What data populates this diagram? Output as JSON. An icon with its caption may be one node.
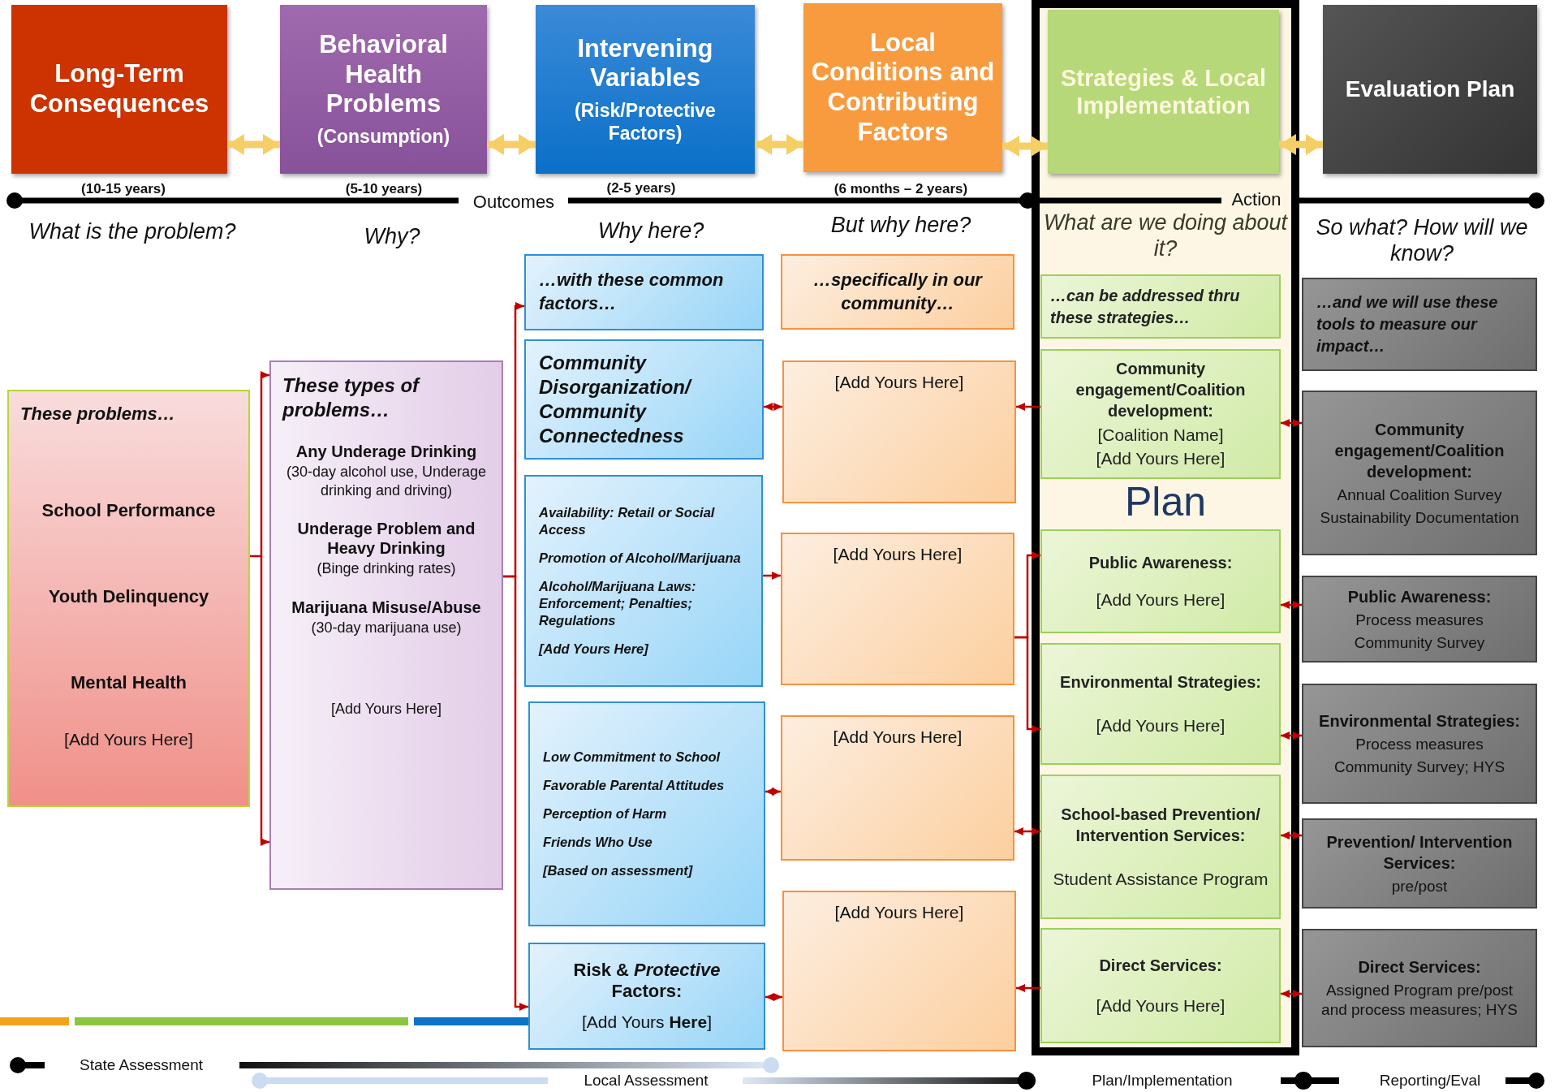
{
  "diagram": {
    "nodes": [
      {
        "text": [
          "Long-Term Consequences"
        ],
        "beside": [
          "(10-15 years)"
        ]
      },
      {
        "text": [
          "Behavioral Health Problems",
          "(Consumption)"
        ],
        "beside": [
          "(5-10 years)"
        ]
      },
      {
        "text": [
          "Intervening Variables",
          "(Risk/Protective Factors)"
        ],
        "beside": [
          "(2-5 years)"
        ]
      },
      {
        "text": [
          "Local Conditions and Contributing Factors"
        ],
        "beside": [
          "(6 months – 2 years)"
        ]
      },
      {
        "text": [
          "What are we doing about it?",
          "Plan"
        ]
      },
      {
        "text": [
          "Strategies & Local Implementation"
        ],
        "in": 4
      },
      {
        "text": [
          "Evaluation Plan"
        ]
      },
      {
        "text": [
          "These problems…",
          "School Performance",
          "Youth Delinquency",
          "Mental Health",
          "[Add Yours Here]"
        ]
      },
      {
        "text": [
          "These types of problems…",
          "Any Underage Drinking",
          "(30-day alcohol use, Underage drinking and driving)",
          "Underage Problem and Heavy Drinking",
          "(Binge drinking rates)",
          "Marijuana Misuse/Abuse",
          "(30-day marijuana use)",
          "[Add Yours Here]"
        ]
      },
      {
        "text": [
          "…with these common factors…"
        ]
      },
      {
        "text": [
          "Community Disorganization/ Community Connectedness"
        ]
      },
      {
        "text": [
          "Availability: Retail or Social Access",
          "Promotion of Alcohol/Marijuana",
          "Alcohol/Marijuana Laws: Enforcement; Penalties; Regulations",
          "[Add Yours Here]"
        ]
      },
      {
        "text": [
          "Low Commitment to School",
          "Favorable Parental Attitudes",
          "Perception of Harm",
          "Friends Who Use",
          "[Based on assessment]"
        ]
      },
      {
        "text": [
          "Risk & *Protective* Factors:",
          "[Add Yours **Here**]"
        ]
      },
      {
        "text": [
          "…specifically in our community…"
        ]
      },
      {
        "text": [
          "[Add Yours Here]"
        ]
      },
      {
        "text": [
          "[Add Yours Here]"
        ]
      },
      {
        "text": [
          "[Add Yours Here]"
        ]
      },
      {
        "text": [
          "[Add Yours Here]"
        ]
      },
      {
        "text": [
          "…can be addressed thru these strategies…"
        ],
        "in": 4
      },
      {
        "text": [
          "Community engagement/Coalition development:",
          "[Coalition Name]",
          "[Add Yours Here]"
        ],
        "in": 4
      },
      {
        "text": [
          "Public Awareness:",
          "[Add Yours Here]"
        ],
        "in": 4
      },
      {
        "text": [
          "Environmental Strategies:",
          "[Add Yours Here]"
        ],
        "in": 4
      },
      {
        "text": [
          "School-based Prevention/ Intervention Services:",
          "Student Assistance Program"
        ],
        "in": 4
      },
      {
        "text": [
          "Direct Services:",
          "[Add Yours Here]"
        ],
        "in": 4
      },
      {
        "text": [
          "…and we will use these tools to measure our impact…"
        ]
      },
      {
        "text": [
          "Community engagement/Coalition development:",
          "Annual Coalition Survey",
          "Sustainability Documentation"
        ]
      },
      {
        "text": [
          "Public Awareness:",
          "Process measures",
          "Community Survey"
        ]
      },
      {
        "text": [
          "Environmental Strategies:",
          "Process measures",
          "Community Survey; HYS"
        ]
      },
      {
        "text": [
          "Prevention/ Intervention Services:",
          "pre/post"
        ]
      },
      {
        "text": [
          "Direct Services:",
          "Assigned Program pre/post and process measures; HYS"
        ]
      }
    ],
    "edges": [
      {
        "from": 0,
        "to": 1,
        "arrow": "both",
        "style": "thick",
        "color": "#f5cf66"
      },
      {
        "from": 1,
        "to": 2,
        "arrow": "both",
        "style": "thick",
        "color": "#f5cf66"
      },
      {
        "from": 2,
        "to": 3,
        "arrow": "both",
        "style": "thick",
        "color": "#f5cf66"
      },
      {
        "from": 3,
        "to": 5,
        "arrow": "both",
        "style": "thick",
        "color": "#f5cf66"
      },
      {
        "from": 5,
        "to": 6,
        "arrow": "both",
        "style": "thick",
        "color": "#f5cf66"
      },
      {
        "from": 7,
        "to": 8,
        "arrow": "to"
      },
      {
        "from": 8,
        "to": 9,
        "arrow": "to"
      },
      {
        "from": 8,
        "to": 13,
        "arrow": "to"
      },
      {
        "from": 10,
        "to": 15,
        "arrow": "both"
      },
      {
        "from": 11,
        "to": 16,
        "arrow": "to"
      },
      {
        "from": 12,
        "to": 17,
        "arrow": "both"
      },
      {
        "from": 13,
        "to": 18,
        "arrow": "both"
      },
      {
        "from": 20,
        "to": 15,
        "arrow": "to"
      },
      {
        "from": 16,
        "to": 21,
        "arrow": "to"
      },
      {
        "from": 16,
        "to": 22,
        "arrow": "to"
      },
      {
        "from": 23,
        "to": 17,
        "arrow": "both"
      },
      {
        "from": 24,
        "to": 18,
        "arrow": "to"
      },
      {
        "from": 20,
        "to": 26,
        "arrow": "both"
      },
      {
        "from": 21,
        "to": 27,
        "arrow": "both"
      },
      {
        "from": 22,
        "to": 28,
        "arrow": "both"
      },
      {
        "from": 23,
        "to": 29,
        "arrow": "both"
      },
      {
        "from": 24,
        "to": 30,
        "arrow": "both"
      }
    ],
    "labels": [
      "Outcomes",
      "Action",
      "What is the problem?",
      "Why?",
      "Why here?",
      "But why here?",
      "So what? How will we know?",
      "State Assessment",
      "Local Assessment",
      "Plan/Implementation",
      "Reporting/Eval"
    ]
  }
}
